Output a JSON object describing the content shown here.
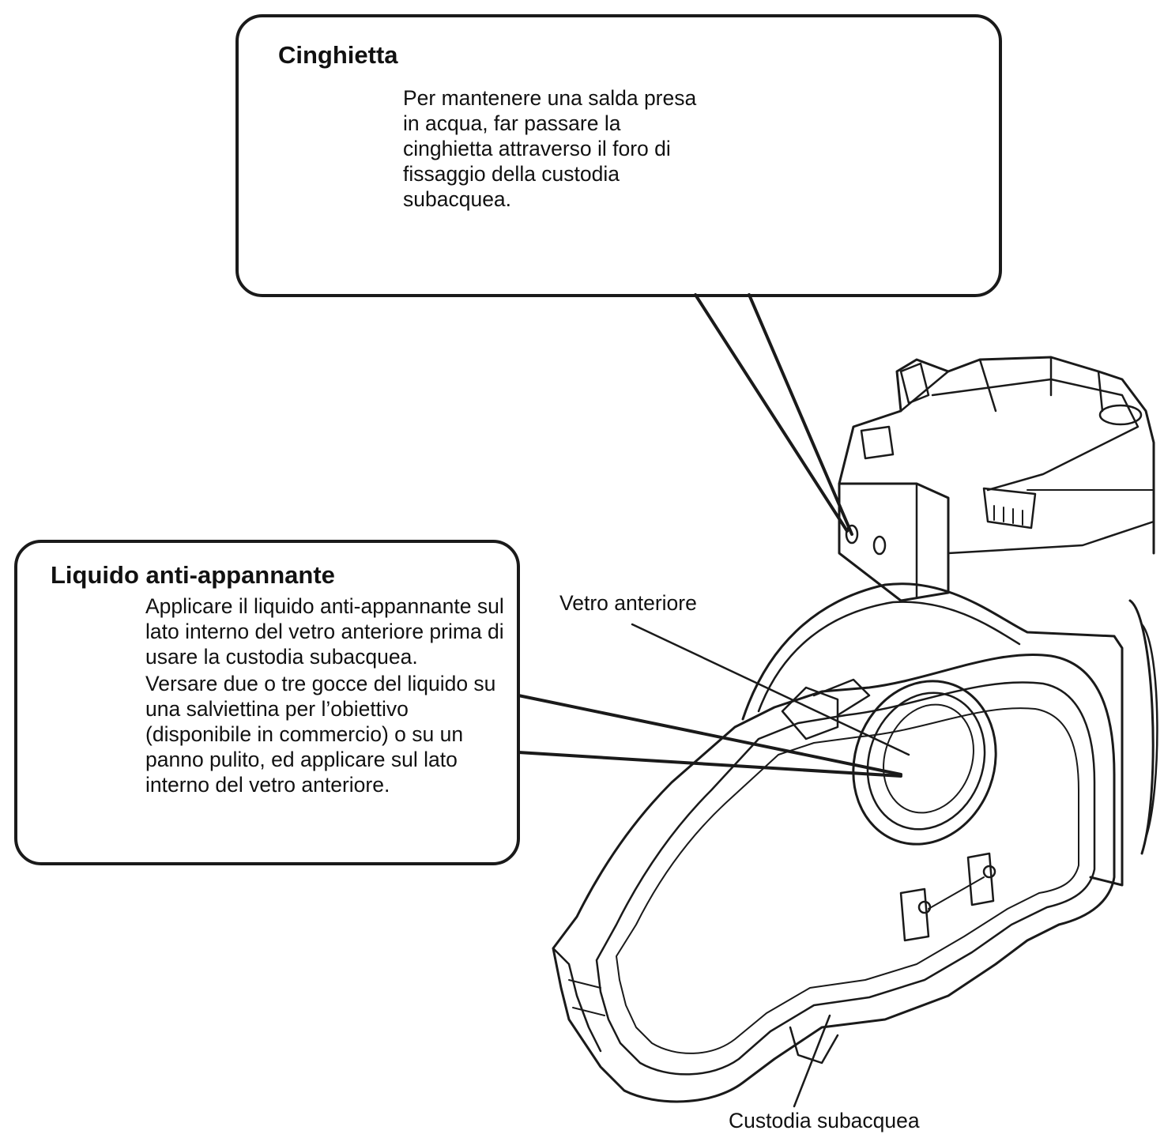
{
  "strap_callout": {
    "title": "Cinghietta",
    "text": "Per mantenere una salda presa in acqua, far passare la cinghietta attraverso il foro di fissaggio della custodia subacquea."
  },
  "antifog_callout": {
    "title": "Liquido anti-appannante",
    "paragraph_1": "Applicare il liquido anti-appannante sul lato interno del vetro anteriore prima di usare la custodia subacquea.",
    "paragraph_2": "Versare due o tre gocce del liquido su una salviettina per l’obiettivo (disponibile in commercio) o su un panno pulito, ed applicare sul lato interno del vetro anteriore."
  },
  "labels": {
    "front_glass": "Vetro anteriore",
    "housing": "Custodia subacquea"
  },
  "colors": {
    "line": "#1a1a1a",
    "gray_fill": "#bdbdbd"
  }
}
